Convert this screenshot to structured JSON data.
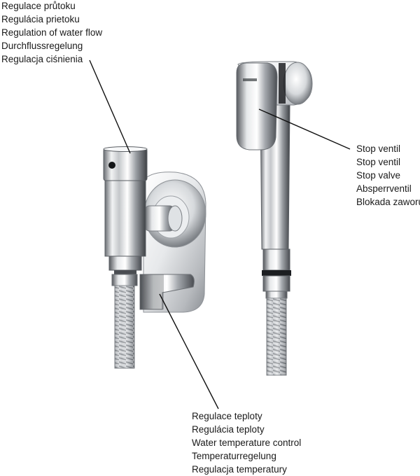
{
  "labels": {
    "flow_regulation": [
      "Regulace průtoku",
      "Regulácia prietoku",
      "Regulation of water flow",
      "Durchflussregelung",
      "Regulacja  ciśnienia"
    ],
    "stop_valve": [
      "Stop ventil",
      "Stop ventil",
      "Stop valve",
      "Absperrventil",
      "Blokada zaworu"
    ],
    "temperature_control": [
      "Regulace teploty",
      "Regulácia teploty",
      "Water temperature control",
      "Temperaturregelung",
      "Regulacja temperatury"
    ]
  },
  "colors": {
    "chrome_light": "#f4f5f6",
    "chrome_mid": "#b9bcc0",
    "chrome_dark": "#4a4d52",
    "leader_line": "#111111"
  }
}
